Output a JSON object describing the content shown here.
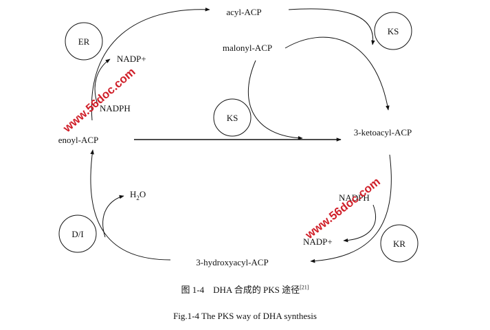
{
  "nodes": {
    "acyl": "acyl-ACP",
    "malonyl": "malonyl-ACP",
    "ketoacyl": "3-ketoacyl-ACP",
    "hydroxyacyl": "3-hydroxyacyl-ACP",
    "enoyl": "enoyl-ACP"
  },
  "cofactors": {
    "nadp_top": "NADP+",
    "nadph_top": "NADPH",
    "h2o_base": "H",
    "h2o_sub": "2",
    "h2o_tail": "O",
    "nadph_right": "NADPH",
    "nadp_right": "NADP+"
  },
  "enzymes": {
    "er": "ER",
    "ks_top": "KS",
    "ks_center": "KS",
    "di": "D/I",
    "kr": "KR"
  },
  "watermark": "www.56doc.com",
  "caption": {
    "chinese": "图 1-4　DHA 合成的 PKS 途径",
    "chinese_ref": "[21]",
    "english": "Fig.1-4 The PKS way of DHA synthesis"
  }
}
